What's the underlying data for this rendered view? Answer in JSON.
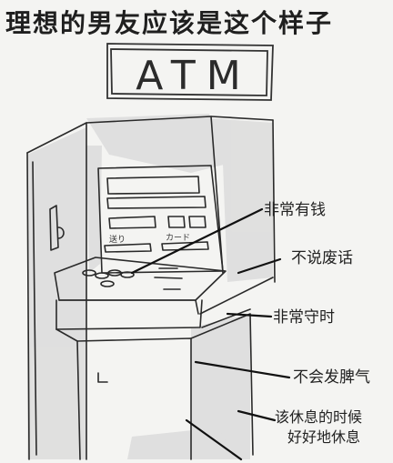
{
  "title": "理想的男友应该是这个样子",
  "sign": "ATM",
  "panel": {
    "left_label": "送り",
    "right_label": "カード"
  },
  "labels": {
    "rich": "非常有钱",
    "quiet": "不说废话",
    "punctual": "非常守时",
    "calm": "不会发脾气",
    "rest_line1": "该休息的时候",
    "rest_line2": "好好地休息"
  }
}
